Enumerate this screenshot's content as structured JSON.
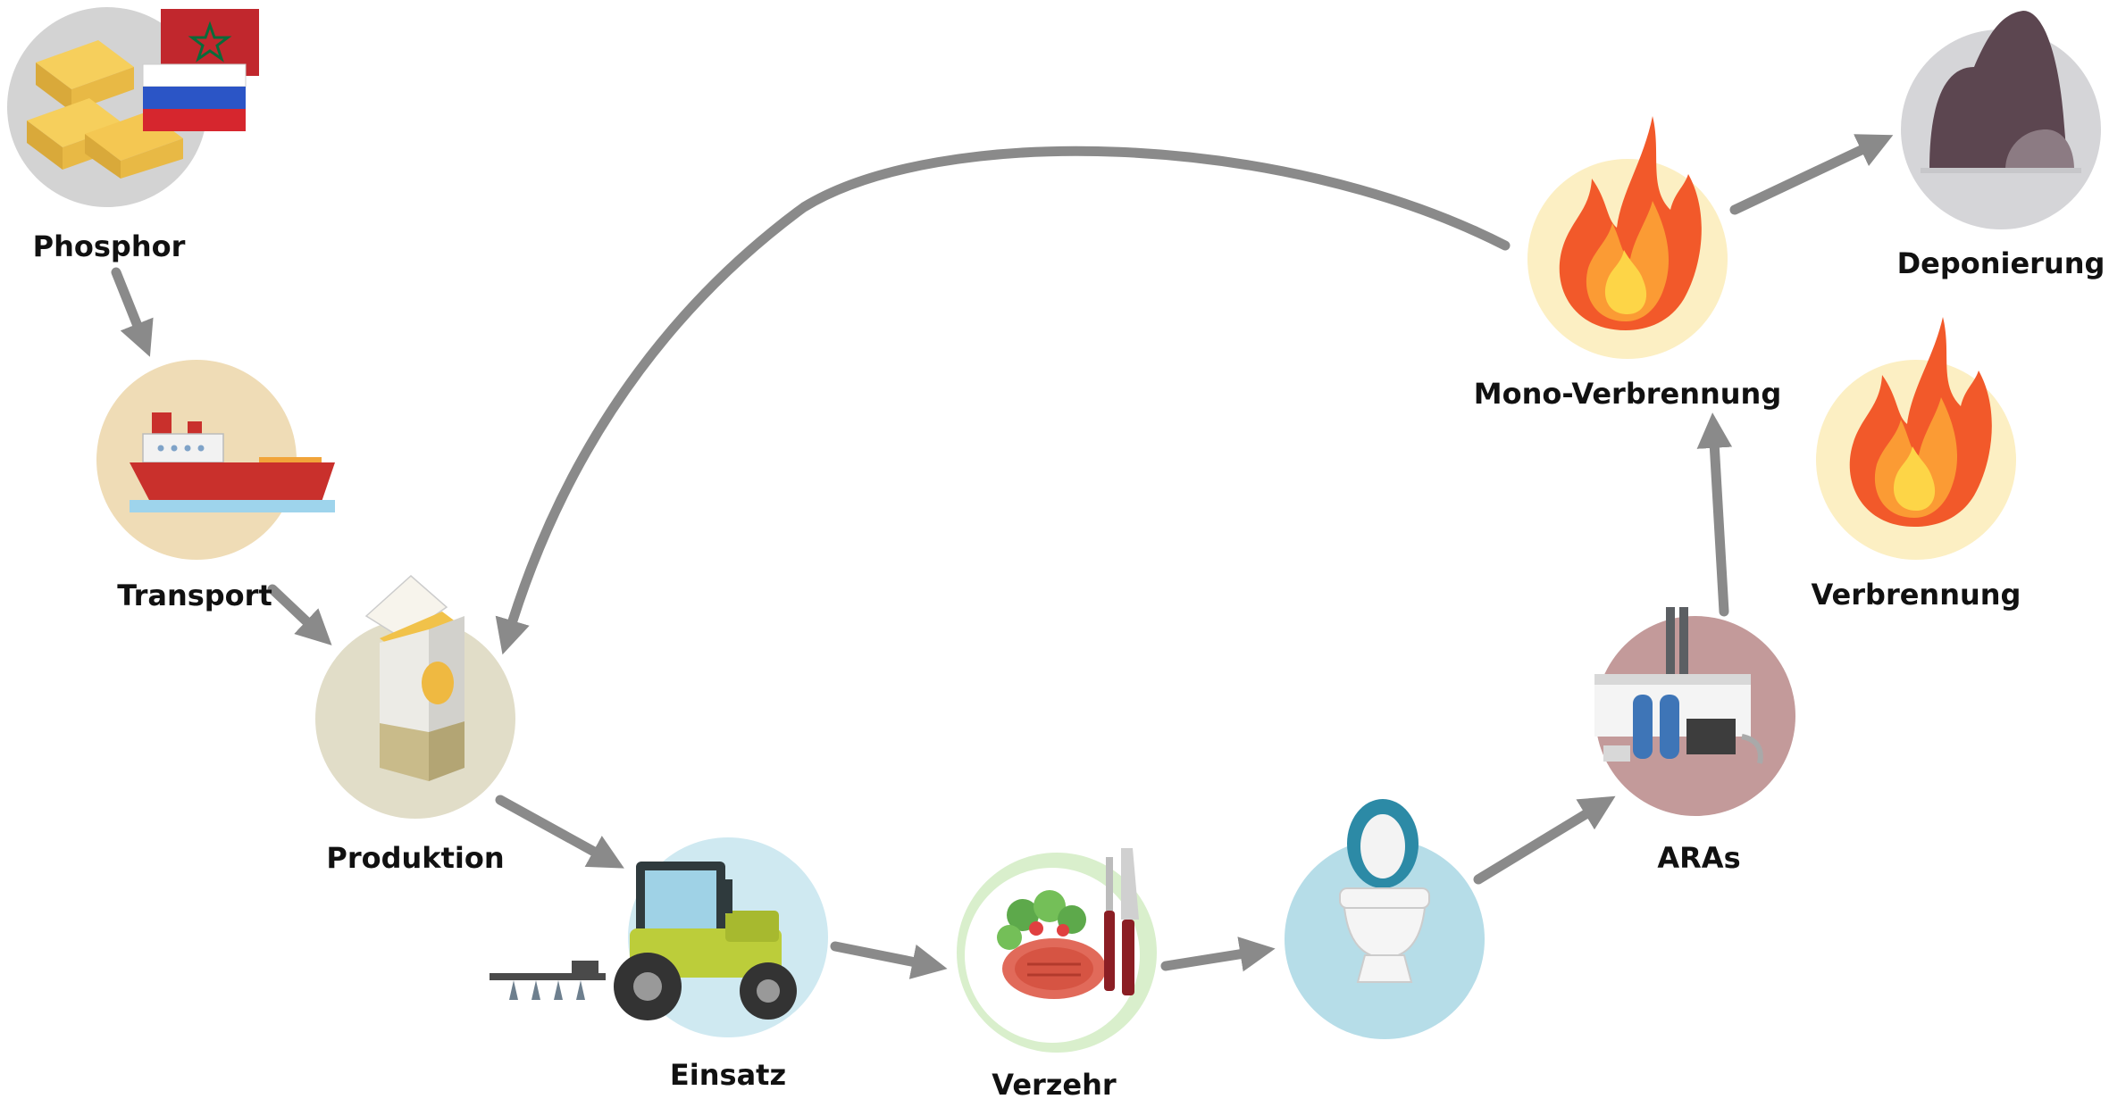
{
  "diagram": {
    "nodes": [
      {
        "id": "phosphor",
        "label": "Phosphor",
        "icon": "gold-bars-icon"
      },
      {
        "id": "transport",
        "label": "Transport",
        "icon": "cargo-ship-icon"
      },
      {
        "id": "produktion",
        "label": "Produktion",
        "icon": "fertilizer-bag-icon"
      },
      {
        "id": "einsatz",
        "label": "Einsatz",
        "icon": "tractor-icon"
      },
      {
        "id": "verzehr",
        "label": "Verzehr",
        "icon": "steak-plate-icon"
      },
      {
        "id": "toilet",
        "label": "",
        "icon": "toilet-icon"
      },
      {
        "id": "aras",
        "label": "ARAs",
        "icon": "treatment-plant-icon"
      },
      {
        "id": "mono",
        "label": "Mono-Verbrennung",
        "icon": "flame-icon"
      },
      {
        "id": "verbrennung",
        "label": "Verbrennung",
        "icon": "flame-icon"
      },
      {
        "id": "deponierung",
        "label": "Deponierung",
        "icon": "landfill-icon"
      }
    ],
    "flags": [
      "morocco-flag-icon",
      "russia-flag-icon"
    ],
    "edges": [
      {
        "from": "phosphor",
        "to": "transport"
      },
      {
        "from": "transport",
        "to": "produktion"
      },
      {
        "from": "produktion",
        "to": "einsatz"
      },
      {
        "from": "einsatz",
        "to": "verzehr"
      },
      {
        "from": "verzehr",
        "to": "toilet"
      },
      {
        "from": "toilet",
        "to": "aras"
      },
      {
        "from": "aras",
        "to": "mono"
      },
      {
        "from": "mono",
        "to": "deponierung"
      },
      {
        "from": "mono",
        "to": "produktion"
      }
    ],
    "colors": {
      "arrow": "#8a8a8a",
      "phosphor_bg": "#d3d3d3",
      "transport_bg": "#efdcb6",
      "produktion_bg": "#e1ddc8",
      "einsatz_bg": "#cfe9f1",
      "verzehr_bg": "#d9efcc",
      "toilet_bg": "#b6dde8",
      "aras_bg": "#c39a9a",
      "flame_bg": "#fcefc3",
      "deponierung_bg": "#d5d5d8"
    }
  }
}
